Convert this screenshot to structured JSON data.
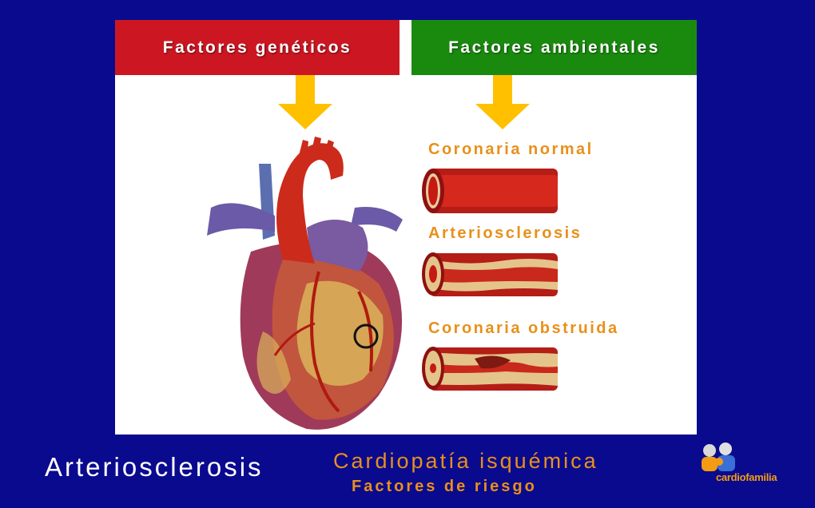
{
  "header": {
    "genetic_label": "Factores genéticos",
    "environmental_label": "Factores ambientales"
  },
  "stages": [
    {
      "label": "Coronaria normal"
    },
    {
      "label": "Arteriosclerosis"
    },
    {
      "label": "Coronaria obstruida"
    }
  ],
  "footer": {
    "title": "Arteriosclerosis",
    "subtitle": "Cardiopatía isquémica",
    "subsubtitle": "Factores de riesgo"
  },
  "logo": {
    "text": "cardiofamilia"
  },
  "colors": {
    "background": "#0a0a8f",
    "genetic": "#cc1722",
    "environmental": "#1a8a0f",
    "arrow": "#ffc000",
    "accent_text": "#e8901a"
  }
}
